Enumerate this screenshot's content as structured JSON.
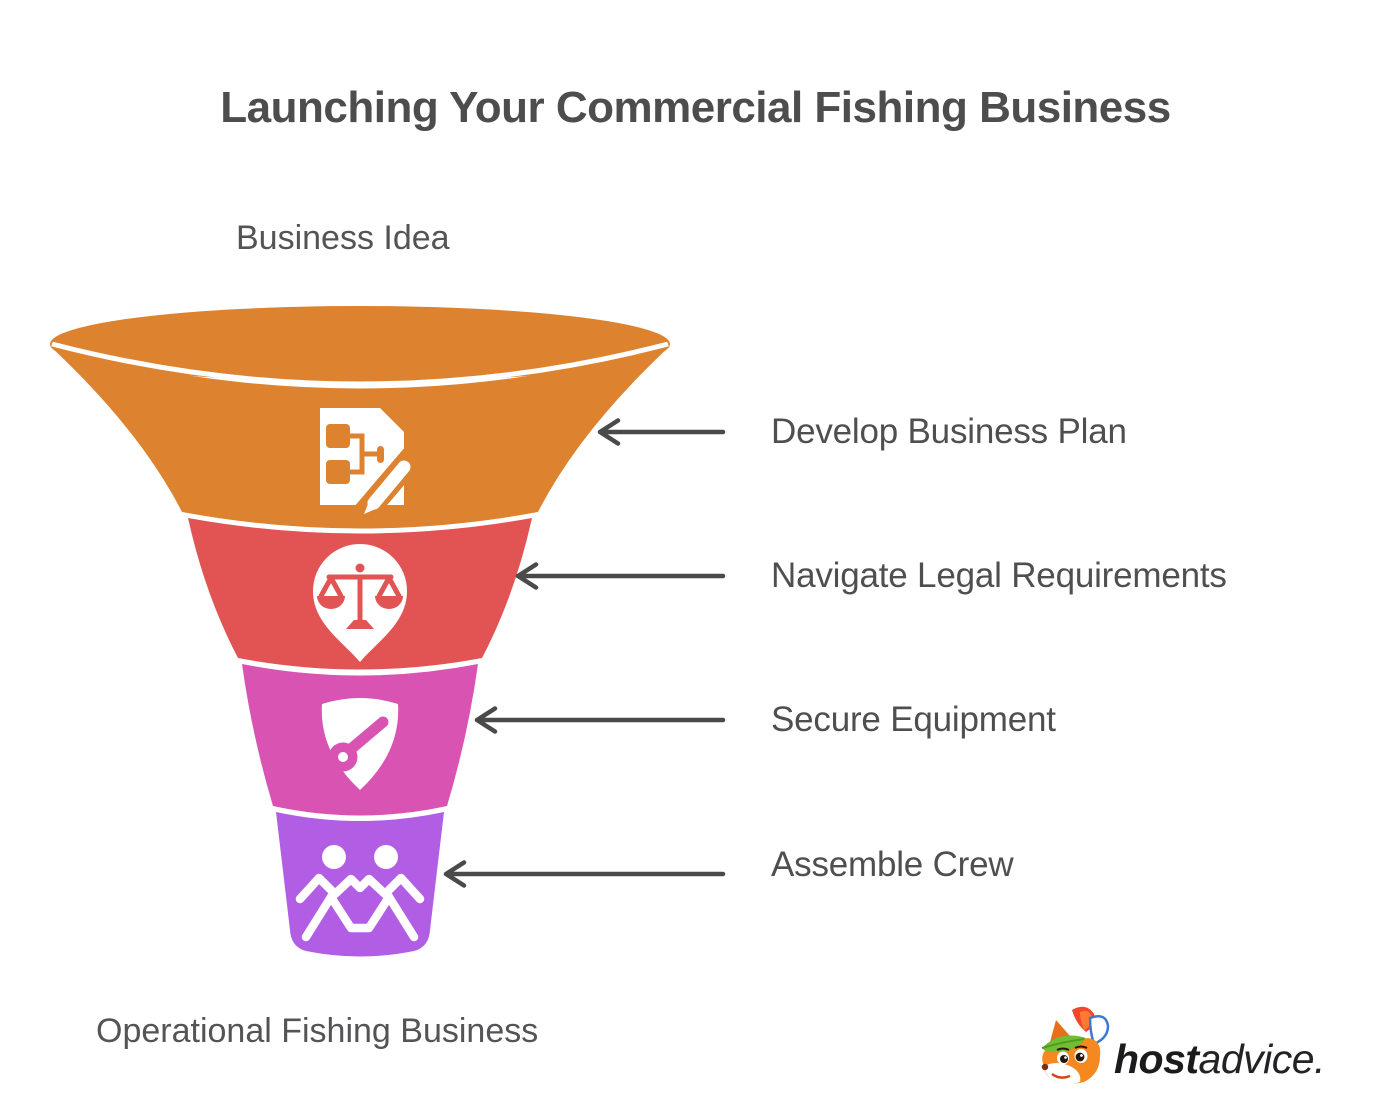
{
  "title": "Launching Your Commercial Fishing Business",
  "colors": {
    "stage1": "#DD8330",
    "stage2": "#E25454",
    "stage3": "#D954B2",
    "stage4": "#B25EE4",
    "arrow": "#4A4A4A",
    "text": "#4F4F4F"
  },
  "funnel": {
    "input_label": "Business Idea",
    "output_label": "Operational Fishing Business",
    "stages": [
      {
        "label": "Develop Business Plan",
        "color": "#DD8330",
        "icon": "business-plan-document-icon"
      },
      {
        "label": "Navigate Legal Requirements",
        "color": "#E25454",
        "icon": "legal-scales-pin-icon"
      },
      {
        "label": "Secure Equipment",
        "color": "#D954B2",
        "icon": "shield-key-icon"
      },
      {
        "label": "Assemble Crew",
        "color": "#B25EE4",
        "icon": "crew-people-icon"
      }
    ]
  },
  "branding": {
    "logo_text_bold": "host",
    "logo_text_regular": "advice.",
    "logo_icon": "hostadvice-fox-icon"
  }
}
